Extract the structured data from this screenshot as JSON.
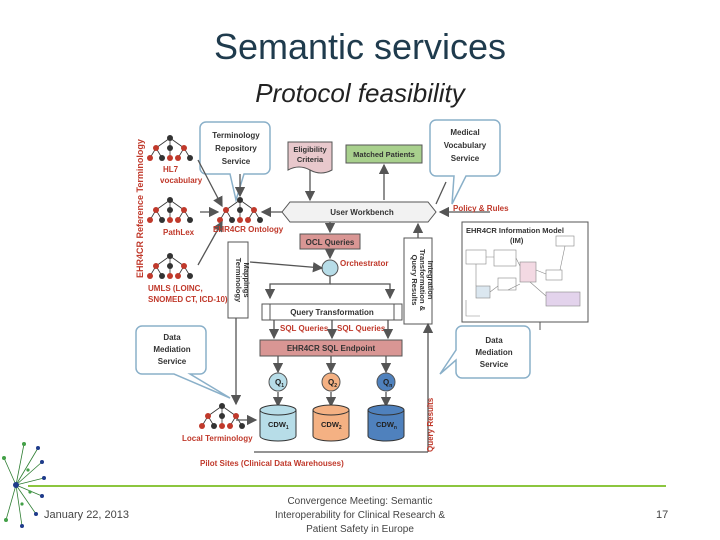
{
  "slide": {
    "title": "Semantic services",
    "subtitle": "Protocol feasibility"
  },
  "diagram": {
    "vertical_label": "EHR4CR Reference Terminology",
    "callouts": {
      "terminology_repo": [
        "Terminology",
        "Repository",
        "Service"
      ],
      "medical_vocab": [
        "Medical",
        "Vocabulary",
        "Service"
      ],
      "data_mediation_left": [
        "Data",
        "Mediation",
        "Service"
      ],
      "data_mediation_right": [
        "Data",
        "Mediation",
        "Service"
      ]
    },
    "vocabularies": {
      "hl7": [
        "HL7",
        "vocabulary"
      ],
      "pathlex": "PathLex",
      "umls": [
        "UMLS (LOINC,",
        "SNOMED CT, ICD-10)"
      ]
    },
    "boxes": {
      "eligibility": [
        "Eligibility",
        "Criteria"
      ],
      "matched": "Matched Patients",
      "workbench": "User Workbench",
      "ontology": "EHR4CR Ontology",
      "ocl": "OCL Queries",
      "orchestrator": "Orchestrator",
      "terminology_mappings": [
        "Terminology",
        "Mappings"
      ],
      "query_results": [
        "Query Results",
        "Transformation &",
        "Integration"
      ],
      "query_transformation": "Query Transformation",
      "sql_queries": "SQL Queries",
      "sql_endpoint": "EHR4CR SQL Endpoint",
      "policy_rules": "Policy & Rules",
      "info_model": [
        "EHR4CR Information Model",
        "(IM)"
      ],
      "query_results_vertical": "Query Results",
      "local_terminology": "Local Terminology",
      "pilot_sites": "Pilot Sites (Clinical Data Warehouses)"
    },
    "queries": [
      "Q",
      "Q",
      "Q"
    ],
    "query_subs": [
      "1",
      "2",
      "n"
    ],
    "cdws": [
      "CDW",
      "CDW",
      "CDW"
    ],
    "cdw_subs": [
      "1",
      "2",
      "n"
    ]
  },
  "footer": {
    "date": "January 22, 2013",
    "center": [
      "Convergence Meeting: Semantic",
      "Interoperability for Clinical Research &",
      "Patient Safety in Europe"
    ],
    "page": "17"
  },
  "colors": {
    "title": "#1f3b4d",
    "red_label": "#c0392b",
    "tree_red": "#c0392b",
    "tree_dark": "#333333",
    "eligibility": "#e8c8cc",
    "matched": "#a8d08d",
    "ocl": "#d99694",
    "endpoint": "#d99694",
    "q1": "#b7dde8",
    "q2": "#f4b183",
    "qn": "#4f81bd",
    "cdw1": "#b7dde8",
    "cdw2": "#f4b183",
    "cdwn": "#4f81bd",
    "footer_line": "#8cc63f"
  }
}
